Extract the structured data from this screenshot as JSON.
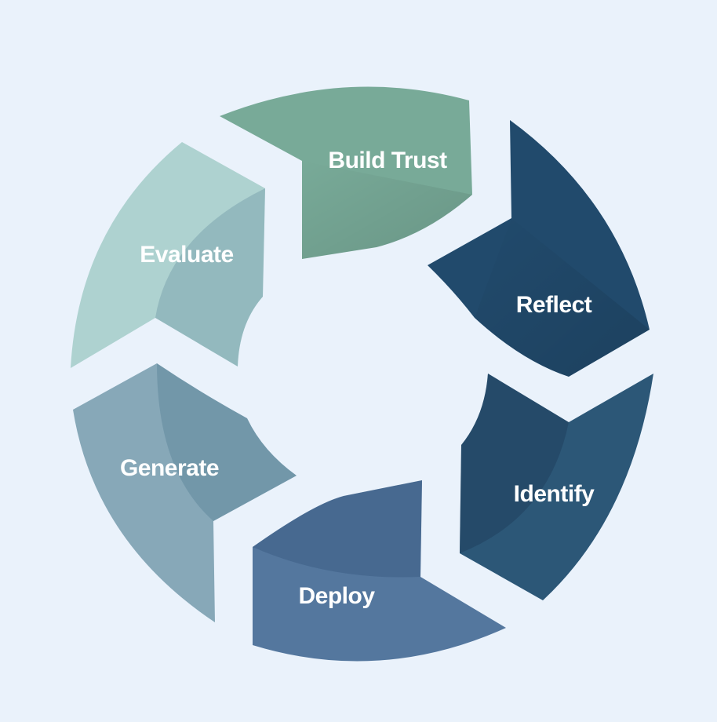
{
  "diagram": {
    "background": "#eaf2fb",
    "segments": [
      {
        "key": "build-trust",
        "label": "Build Trust",
        "color": "#78aa98"
      },
      {
        "key": "reflect",
        "label": "Reflect",
        "color": "#214a6c"
      },
      {
        "key": "identify",
        "label": "Identify",
        "color": "#2c5777"
      },
      {
        "key": "deploy",
        "label": "Deploy",
        "color": "#54779e"
      },
      {
        "key": "generate",
        "label": "Generate",
        "color": "#87a8b8"
      },
      {
        "key": "evaluate",
        "label": "Evaluate",
        "color": "#aed2d0"
      }
    ]
  }
}
